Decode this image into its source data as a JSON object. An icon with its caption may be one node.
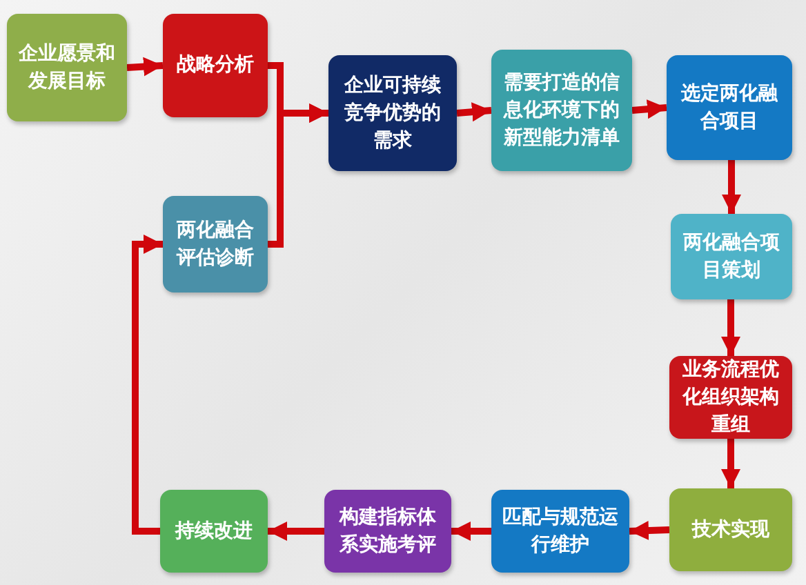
{
  "diagram": {
    "nodes": [
      {
        "text": [
          "企业愿景和发展目标"
        ]
      },
      {
        "text": [
          "战略分析"
        ]
      },
      {
        "text": [
          "企业可持续竞争优势的需求"
        ]
      },
      {
        "text": [
          "需要打造的信息化环境下的新型能力清单"
        ]
      },
      {
        "text": [
          "选定两化融合项目"
        ]
      },
      {
        "text": [
          "两化融合项目策划"
        ]
      },
      {
        "text": [
          "业务流程优化组织架构重组"
        ]
      },
      {
        "text": [
          "技术实现"
        ]
      },
      {
        "text": [
          "匹配与规范运行维护"
        ]
      },
      {
        "text": [
          "构建指标体系实施考评"
        ]
      },
      {
        "text": [
          "持续改进"
        ]
      },
      {
        "text": [
          "两化融合评估诊断"
        ]
      }
    ],
    "edges": [
      {
        "from": 0,
        "to": 1,
        "arrow": "to"
      },
      {
        "from": 1,
        "to": 2,
        "arrow": "to"
      },
      {
        "from": 11,
        "to": 2,
        "arrow": "to"
      },
      {
        "from": 2,
        "to": 3,
        "arrow": "to"
      },
      {
        "from": 3,
        "to": 4,
        "arrow": "to"
      },
      {
        "from": 4,
        "to": 5,
        "arrow": "to"
      },
      {
        "from": 5,
        "to": 6,
        "arrow": "to"
      },
      {
        "from": 6,
        "to": 7,
        "arrow": "to"
      },
      {
        "from": 7,
        "to": 8,
        "arrow": "to"
      },
      {
        "from": 8,
        "to": 9,
        "arrow": "to"
      },
      {
        "from": 9,
        "to": 10,
        "arrow": "to"
      },
      {
        "from": 10,
        "to": 11,
        "arrow": "to"
      }
    ]
  }
}
